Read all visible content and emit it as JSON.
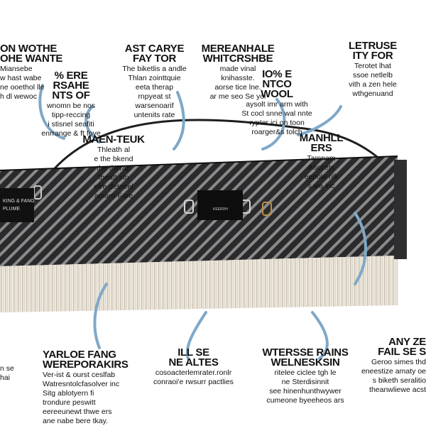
{
  "colors": {
    "bag_dark": "#2a2a2c",
    "bag_stripe": "#8a8a8a",
    "fringe": "#e8e2d6",
    "arrow": "#7fa8c8",
    "strap": "#1e1e1e"
  },
  "bag": {
    "left_label_line1": "KING & FANG",
    "left_label_line2": "PLUME",
    "center_label": "KEERDH"
  },
  "callouts": [
    {
      "id": "c1",
      "title_line1": "ON WOTHE",
      "title_line2": "OHE WANTE",
      "body": [
        "Miansebe",
        "w hast wabe",
        "ne ooethol lle",
        "h dl wewoc"
      ]
    },
    {
      "id": "c2",
      "title_line1": "% ERE",
      "title_line2": "RSAHE",
      "title_line3": "NTS OF",
      "body": [
        "wnomn be nos",
        "tipp-reccing",
        "i stisnel seafiti",
        "enrrange & ft fove"
      ]
    },
    {
      "id": "c3",
      "title_line1": "AST CARYE",
      "title_line2": "FAY TOR",
      "body": [
        "The biketlis a andle",
        "Thlan zointtquie",
        "eeta therap",
        "rnpyeat st",
        "warsenoarif",
        "untenits rate"
      ]
    },
    {
      "id": "c4",
      "title_line1": "MEREANHALE",
      "title_line2": "WHITCRSHBE",
      "body": [
        "made vinal",
        "knihasste.",
        "aorse tice lne.",
        "ar me seo Se yol"
      ]
    },
    {
      "id": "c5",
      "title_line1": "IO% E",
      "title_line2": "NTCO",
      "title_line3": "WOOL",
      "body": [
        "aysolt imr arm with",
        "St cocl snne wal nnte",
        "rypter ici on toon",
        "roarger&s tolch"
      ]
    },
    {
      "id": "c6",
      "title_line1": "LETRUSE",
      "title_line2": "ITY FOR",
      "body": [
        "Terotet lhat",
        "ssoe netlelb",
        "vith a zen hele",
        "wthgenuand"
      ]
    },
    {
      "id": "c7",
      "title_line1": "MAEN-TEUK",
      "body": [
        "Thleath al",
        "e the bkend",
        "the therap",
        "theatt stn",
        "efre detneel",
        "amarn Fore"
      ]
    },
    {
      "id": "c8",
      "title_line1": "MANHLL",
      "title_line2": "ERS",
      "body": [
        "Tamnam",
        "Ascirets",
        "eepole rilk",
        "s wa inc"
      ]
    },
    {
      "id": "c9",
      "title_line1": "YARLOE FANG",
      "title_line2": "WEREPORAKIRS",
      "body": [
        "Ver-ist & ourst ceslfab",
        "Watresntolcfasolver inc",
        "Sitg ablotyern fi",
        "trondure peswitt",
        "eereeunewt thwe ers",
        "ane nabe bere tkay."
      ]
    },
    {
      "id": "c10",
      "title_line1": "ILL SE",
      "title_line2": "NE ALTES",
      "body": [
        "cosoacterlemrater.ronlr",
        "conraoi'e rwsurr pactlies"
      ]
    },
    {
      "id": "c11",
      "title_line1": "WTERSSE RAINS",
      "title_line2": "WELNESKSIN",
      "body": [
        "ritelee ciclee tgh le",
        "ne Sterdisinnit",
        "see hinenhunthwywer",
        "cumeone byeeheos ars"
      ]
    },
    {
      "id": "c12",
      "title_line1": "ANY ZE",
      "title_line2": "FAIL SE S",
      "body": [
        "Geroo simes thd",
        "eneestize amaty oe",
        "s biketh seralitio",
        "theanwliewe acst"
      ]
    },
    {
      "id": "c13",
      "title_line1": "",
      "body": [
        "n se",
        "hai"
      ]
    }
  ]
}
